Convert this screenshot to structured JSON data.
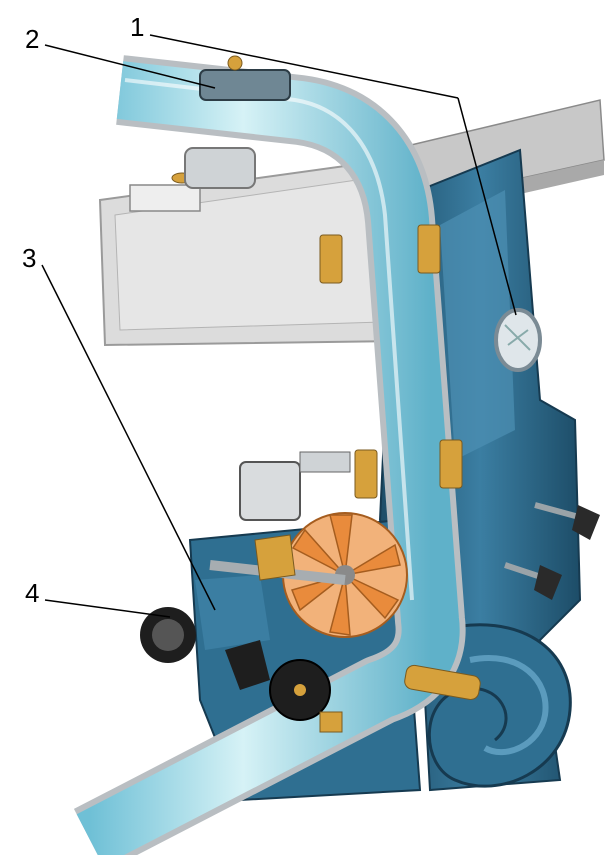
{
  "diagram": {
    "callouts": [
      {
        "id": "1",
        "label": "1"
      },
      {
        "id": "2",
        "label": "2"
      },
      {
        "id": "3",
        "label": "3"
      },
      {
        "id": "4",
        "label": "4"
      }
    ],
    "colors": {
      "housing": "#2f6f91",
      "housing_dark": "#1d4d68",
      "housing_light": "#5b9bbd",
      "pipe_water": "#8fd3e3",
      "pipe_water_light": "#d6f2f6",
      "pipe_metal": "#c9cdd0",
      "radiator": "#dcdcdc",
      "impeller": "#e98b3c",
      "brass": "#d6a13c",
      "leader": "#000000"
    }
  }
}
